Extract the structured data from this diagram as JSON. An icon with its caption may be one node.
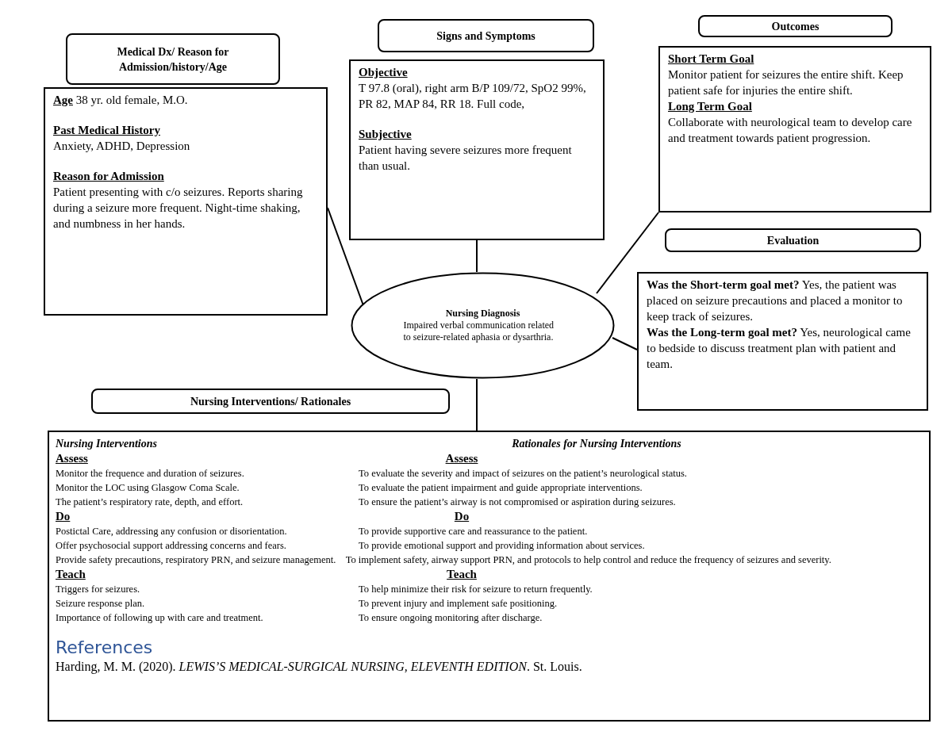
{
  "diagram": {
    "nodes": [
      {
        "text": [
          "Medical Dx/ Reason for Admission/history/Age"
        ]
      },
      {
        "text": [
          "**Age** 38 yr. old female, M.O.",
          "Past Medical History",
          "Anxiety, ADHD, Depression",
          "Reason for Admission",
          "Patient presenting with c/o seizures. Reports sharing during a seizure more frequent. Night-time shaking, and numbness in her hands."
        ]
      },
      {
        "text": [
          "Signs and Symptoms"
        ]
      },
      {
        "text": [
          "Objective",
          "T 97.8 (oral), right arm B/P 109/72, SpO2 99%, PR 82, MAP 84, RR 18. Full code,",
          "Subjective",
          "Patient having severe seizures more frequent than usual."
        ]
      },
      {
        "text": [
          "Outcomes"
        ]
      },
      {
        "text": [
          "Short Term Goal",
          "Monitor patient for seizures the entire shift. Keep patient safe for injuries the entire shift.",
          "Long Term Goal",
          "Collaborate with neurological team to develop care and treatment towards patient progression."
        ]
      },
      {
        "text": [
          "Evaluation"
        ]
      },
      {
        "text": [
          "**Was the Short-term goal met?** Yes, the patient was placed on seizure precautions and placed a monitor to keep track of seizures.",
          "**Was the Long-term goal met?** Yes, neurological came to bedside to discuss treatment plan with patient and team."
        ]
      },
      {
        "text": [
          "Nursing Diagnosis",
          "Impaired verbal communication related to seizure-related aphasia or dysarthria."
        ]
      },
      {
        "text": [
          "Nursing Interventions/ Rationales"
        ]
      },
      {
        "text": [
          "Nursing Interventions",
          "Rationales for Nursing Interventions",
          "Assess",
          "Assess",
          "Monitor the frequence and duration of seizures.",
          "To evaluate the severity and impact of seizures on the patient’s neurological status.",
          "Monitor the LOC using Glasgow Coma Scale.",
          "To evaluate the patient impairment and guide appropriate interventions.",
          "The patient’s respiratory rate, depth, and effort.",
          "To ensure the patient’s airway is not compromised or aspiration during seizures.",
          "Do",
          "Do",
          "Postictal Care, addressing any confusion or disorientation.",
          "To provide supportive care and reassurance to the patient.",
          "Offer psychosocial support addressing concerns and fears.",
          "To provide emotional support and providing information about services.",
          "Provide safety precautions, respiratory PRN, and seizure management.",
          "To implement safety, airway support PRN, and protocols to help control and reduce the frequency of seizures and severity.",
          "Teach",
          "Teach",
          "Triggers for seizures.",
          "To help minimize their risk for seizure to return frequently.",
          "Seizure response plan.",
          "To prevent injury and implement safe positioning.",
          "Importance of following up with care and treatment.",
          "To ensure ongoing monitoring after discharge.",
          "References",
          "Harding, M. M. (2020). *LEWIS’S MEDICAL-SURGICAL NURSING, ELEVENTH EDITION*. St. Louis."
        ]
      }
    ],
    "edges": [
      {
        "from": 1,
        "to": 8,
        "arrow": "none"
      },
      {
        "from": 3,
        "to": 8,
        "arrow": "none"
      },
      {
        "from": 5,
        "to": 8,
        "arrow": "none"
      },
      {
        "from": 7,
        "to": 8,
        "arrow": "none"
      },
      {
        "from": 8,
        "to": 10,
        "arrow": "none"
      }
    ]
  }
}
